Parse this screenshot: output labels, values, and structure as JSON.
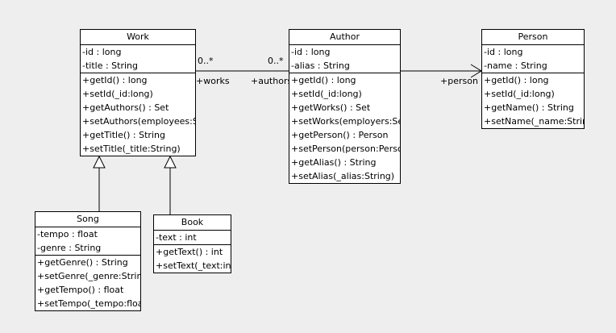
{
  "diagram": {
    "type": "uml-class-diagram",
    "colors": {
      "background": "#eeeeee",
      "node_fill": "#ffffff",
      "line": "#000000",
      "text": "#000000"
    }
  },
  "classes": {
    "work": {
      "name": "Work",
      "attributes": [
        "-id : long",
        "-title : String"
      ],
      "methods": [
        "+getId() : long",
        "+setId(_id:long)",
        "+getAuthors() : Set",
        "+setAuthors(employees:Set)",
        "+getTitle() : String",
        "+setTitle(_title:String)"
      ]
    },
    "author": {
      "name": "Author",
      "attributes": [
        "-id : long",
        "-alias : String"
      ],
      "methods": [
        "+getId() : long",
        "+setId(_id:long)",
        "+getWorks() : Set",
        "+setWorks(employers:Set)",
        "+getPerson() : Person",
        "+setPerson(person:Person)",
        "+getAlias() : String",
        "+setAlias(_alias:String)"
      ]
    },
    "person": {
      "name": "Person",
      "attributes": [
        "-id : long",
        "-name : String"
      ],
      "methods": [
        "+getId() : long",
        "+setId(_id:long)",
        "+getName() : String",
        "+setName(_name:String)"
      ]
    },
    "song": {
      "name": "Song",
      "attributes": [
        "-tempo : float",
        "-genre : String"
      ],
      "methods": [
        "+getGenre() : String",
        "+setGenre(_genre:String)",
        "+getTempo() : float",
        "+setTempo(_tempo:float)"
      ]
    },
    "book": {
      "name": "Book",
      "attributes": [
        "-text : int"
      ],
      "methods": [
        "+getText() : int",
        "+setText(_text:int)"
      ]
    }
  },
  "relations": {
    "work_author": {
      "type": "association",
      "work_end": {
        "multiplicity": "0..*",
        "role": "+works"
      },
      "author_end": {
        "multiplicity": "0..*",
        "role": "+authors"
      }
    },
    "author_person": {
      "type": "directed-association",
      "arrowhead": "open-arrow",
      "person_end": {
        "role": "+person"
      }
    },
    "song_work": {
      "type": "generalization",
      "arrowhead": "hollow-triangle"
    },
    "book_work": {
      "type": "generalization",
      "arrowhead": "hollow-triangle"
    }
  }
}
